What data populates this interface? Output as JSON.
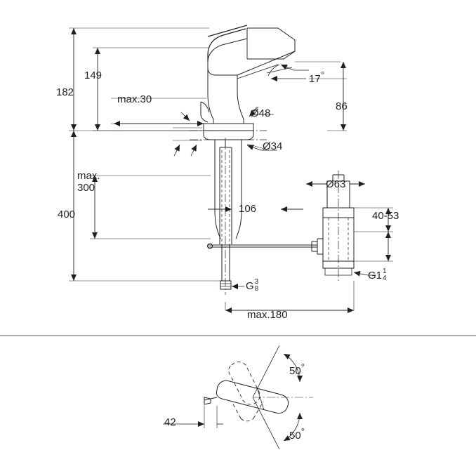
{
  "diagram": {
    "title": "Basin mixer technical dimension drawing",
    "line_color": "#231f20",
    "fill_color": "#ffffff",
    "views": {
      "front": "front elevation with dimensions",
      "plan": "handle swivel plan view"
    },
    "labels": {
      "h_182": "182",
      "h_149": "149",
      "max_30": "max.30",
      "d_48": "Ø48",
      "d_34": "Ø34",
      "angle_17": "17",
      "deg_symbol": "°",
      "h_86": "86",
      "max_line1": "max.",
      "max_line2": "300",
      "h_400": "400",
      "w_106": "106",
      "d_63": "Ø63",
      "r_40_53": "40-53",
      "thread_g38_prefix": "G",
      "thread_g38_num": "3",
      "thread_g38_den": "8",
      "thread_g114_prefix": "G1",
      "thread_g114_num": "1",
      "thread_g114_den": "4",
      "max_180": "max.180",
      "w_42": "42",
      "angle_50_top": "50",
      "angle_50_bottom": "50"
    }
  }
}
